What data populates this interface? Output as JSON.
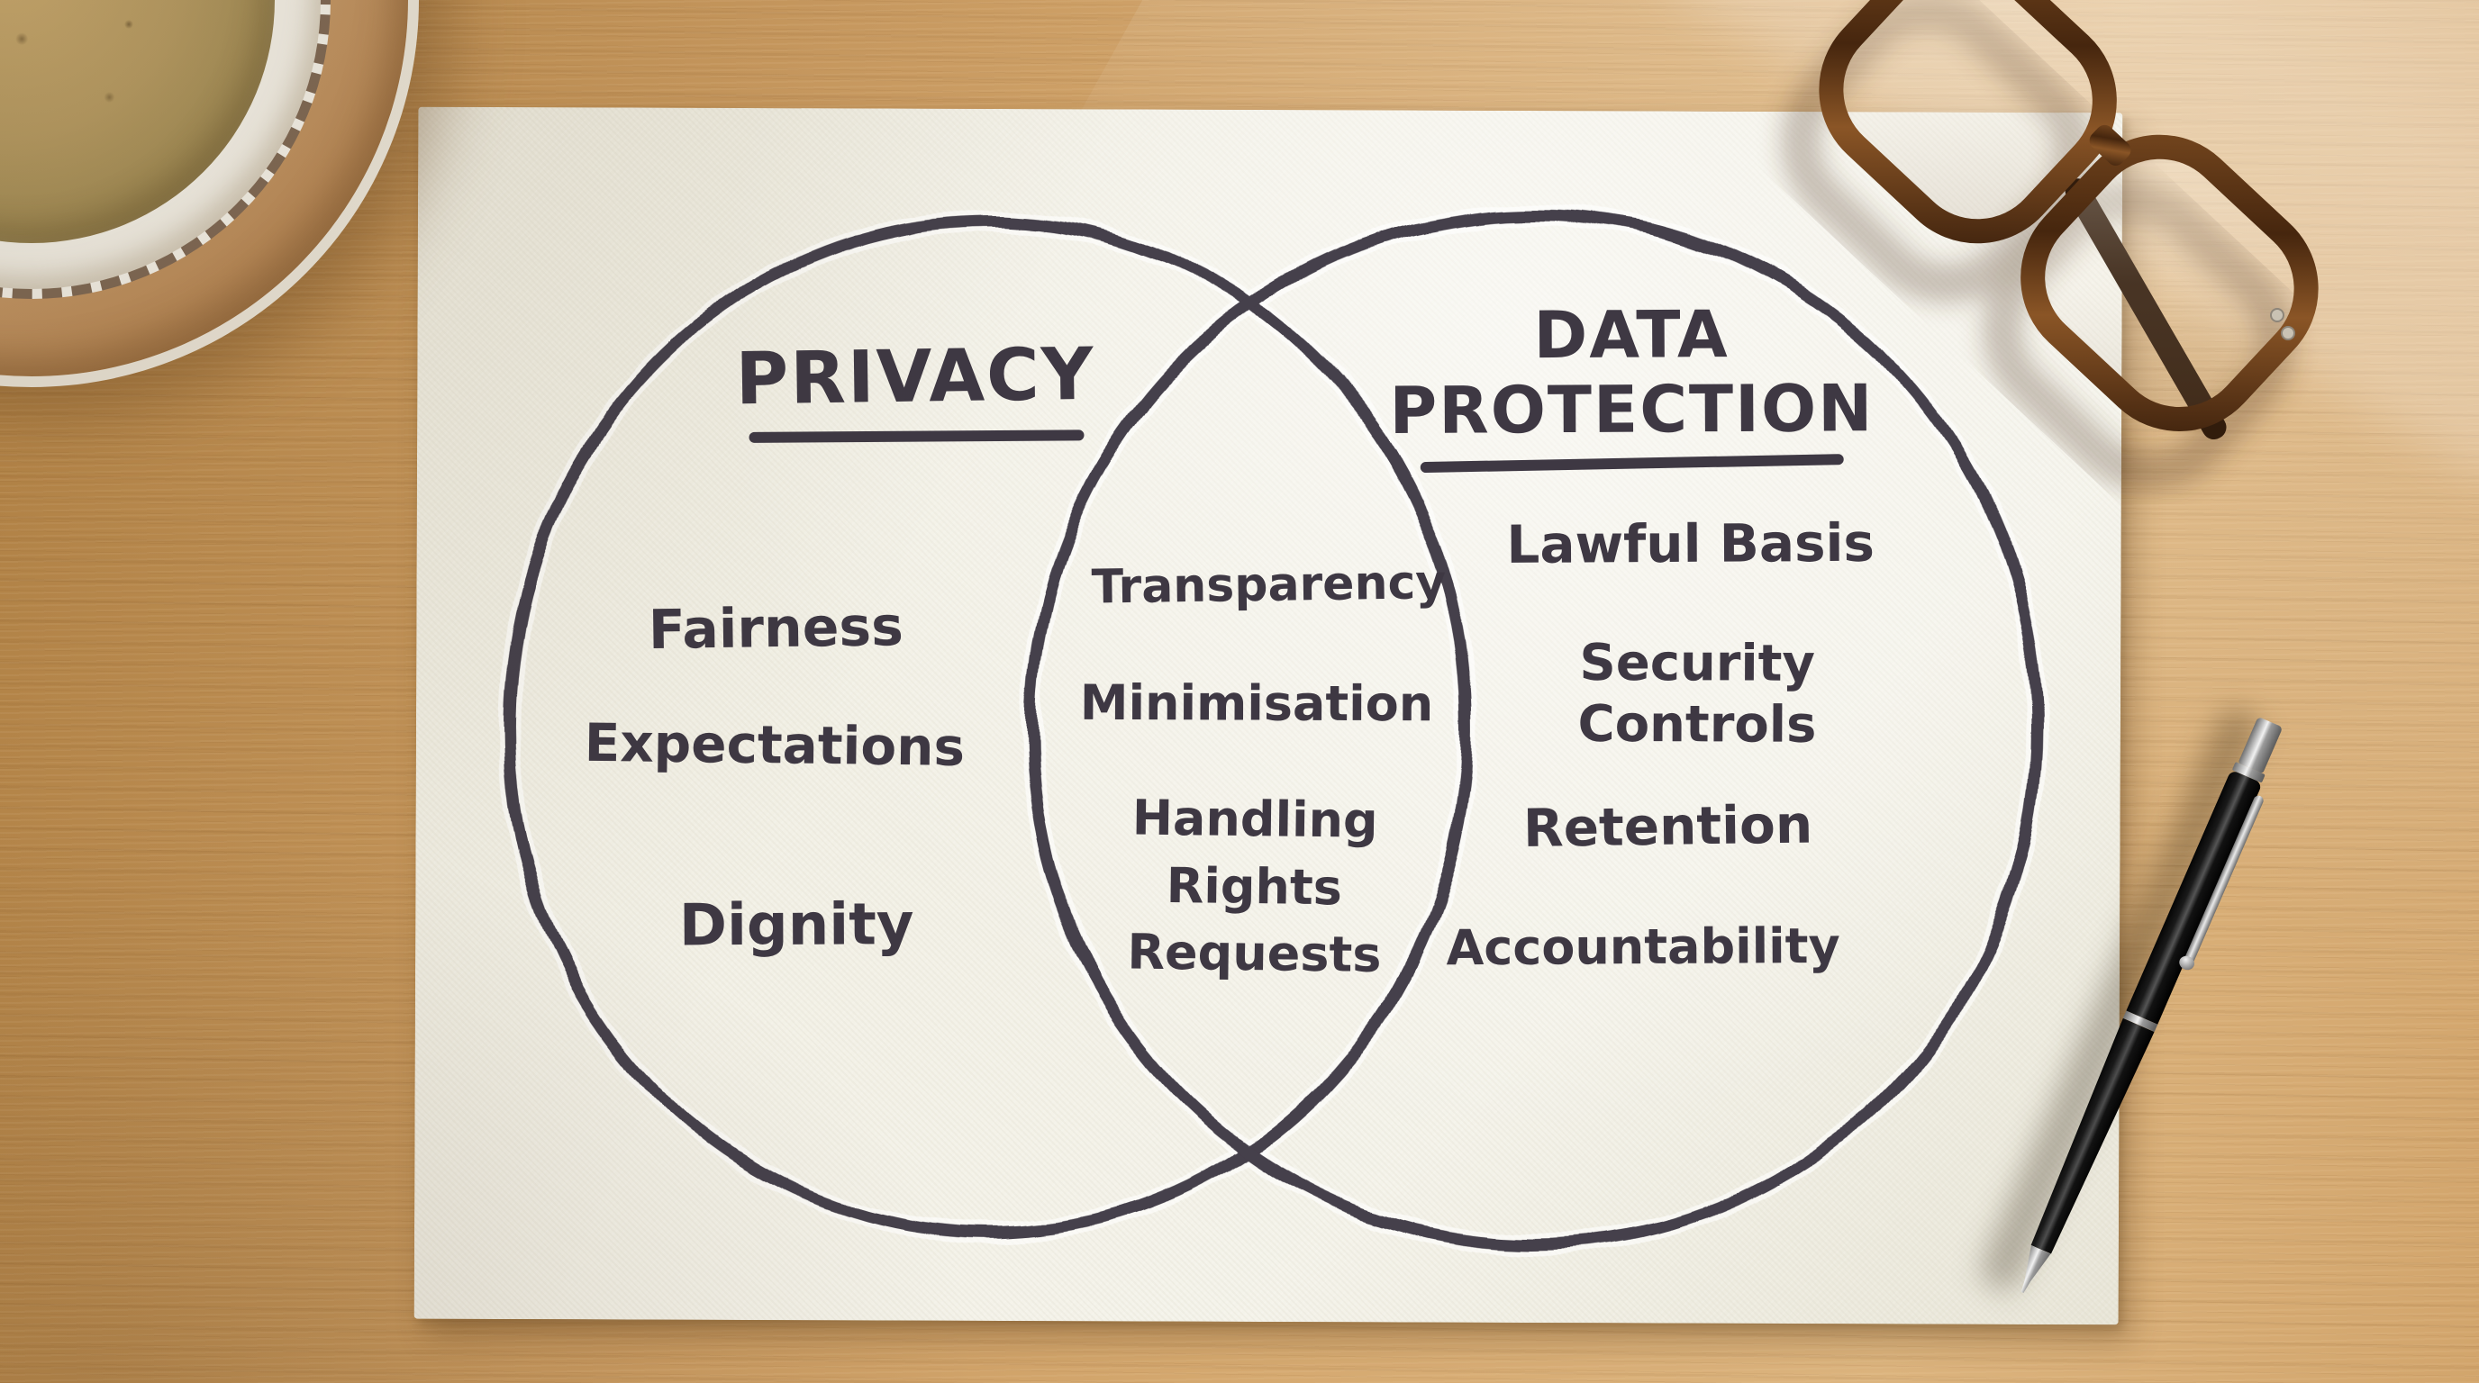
{
  "scene": {
    "objects": [
      "paper-sheet",
      "coffee-cup",
      "reading-glasses",
      "ballpoint-pen",
      "wooden-desk"
    ]
  },
  "chart_data": {
    "type": "venn",
    "title": "",
    "sets": [
      {
        "name": "PRIVACY",
        "unique_items": [
          "Fairness",
          "Expectations",
          "Dignity"
        ]
      },
      {
        "name": "DATA PROTECTION",
        "unique_items": [
          "Lawful Basis",
          "Security Controls",
          "Retention",
          "Accountability"
        ]
      }
    ],
    "intersection_items": [
      "Transparency",
      "Minimisation",
      "Handling Rights Requests"
    ]
  },
  "colors": {
    "ink": "#3e3843",
    "paper": "#f1efe4",
    "wood": "#c59357",
    "cup_sleeve": "#c89d6c",
    "coffee": "#b79c64",
    "glasses_tortoise": "#5a3519",
    "pen_body": "#0d0d0d",
    "pen_trim": "#c9c9c9"
  }
}
